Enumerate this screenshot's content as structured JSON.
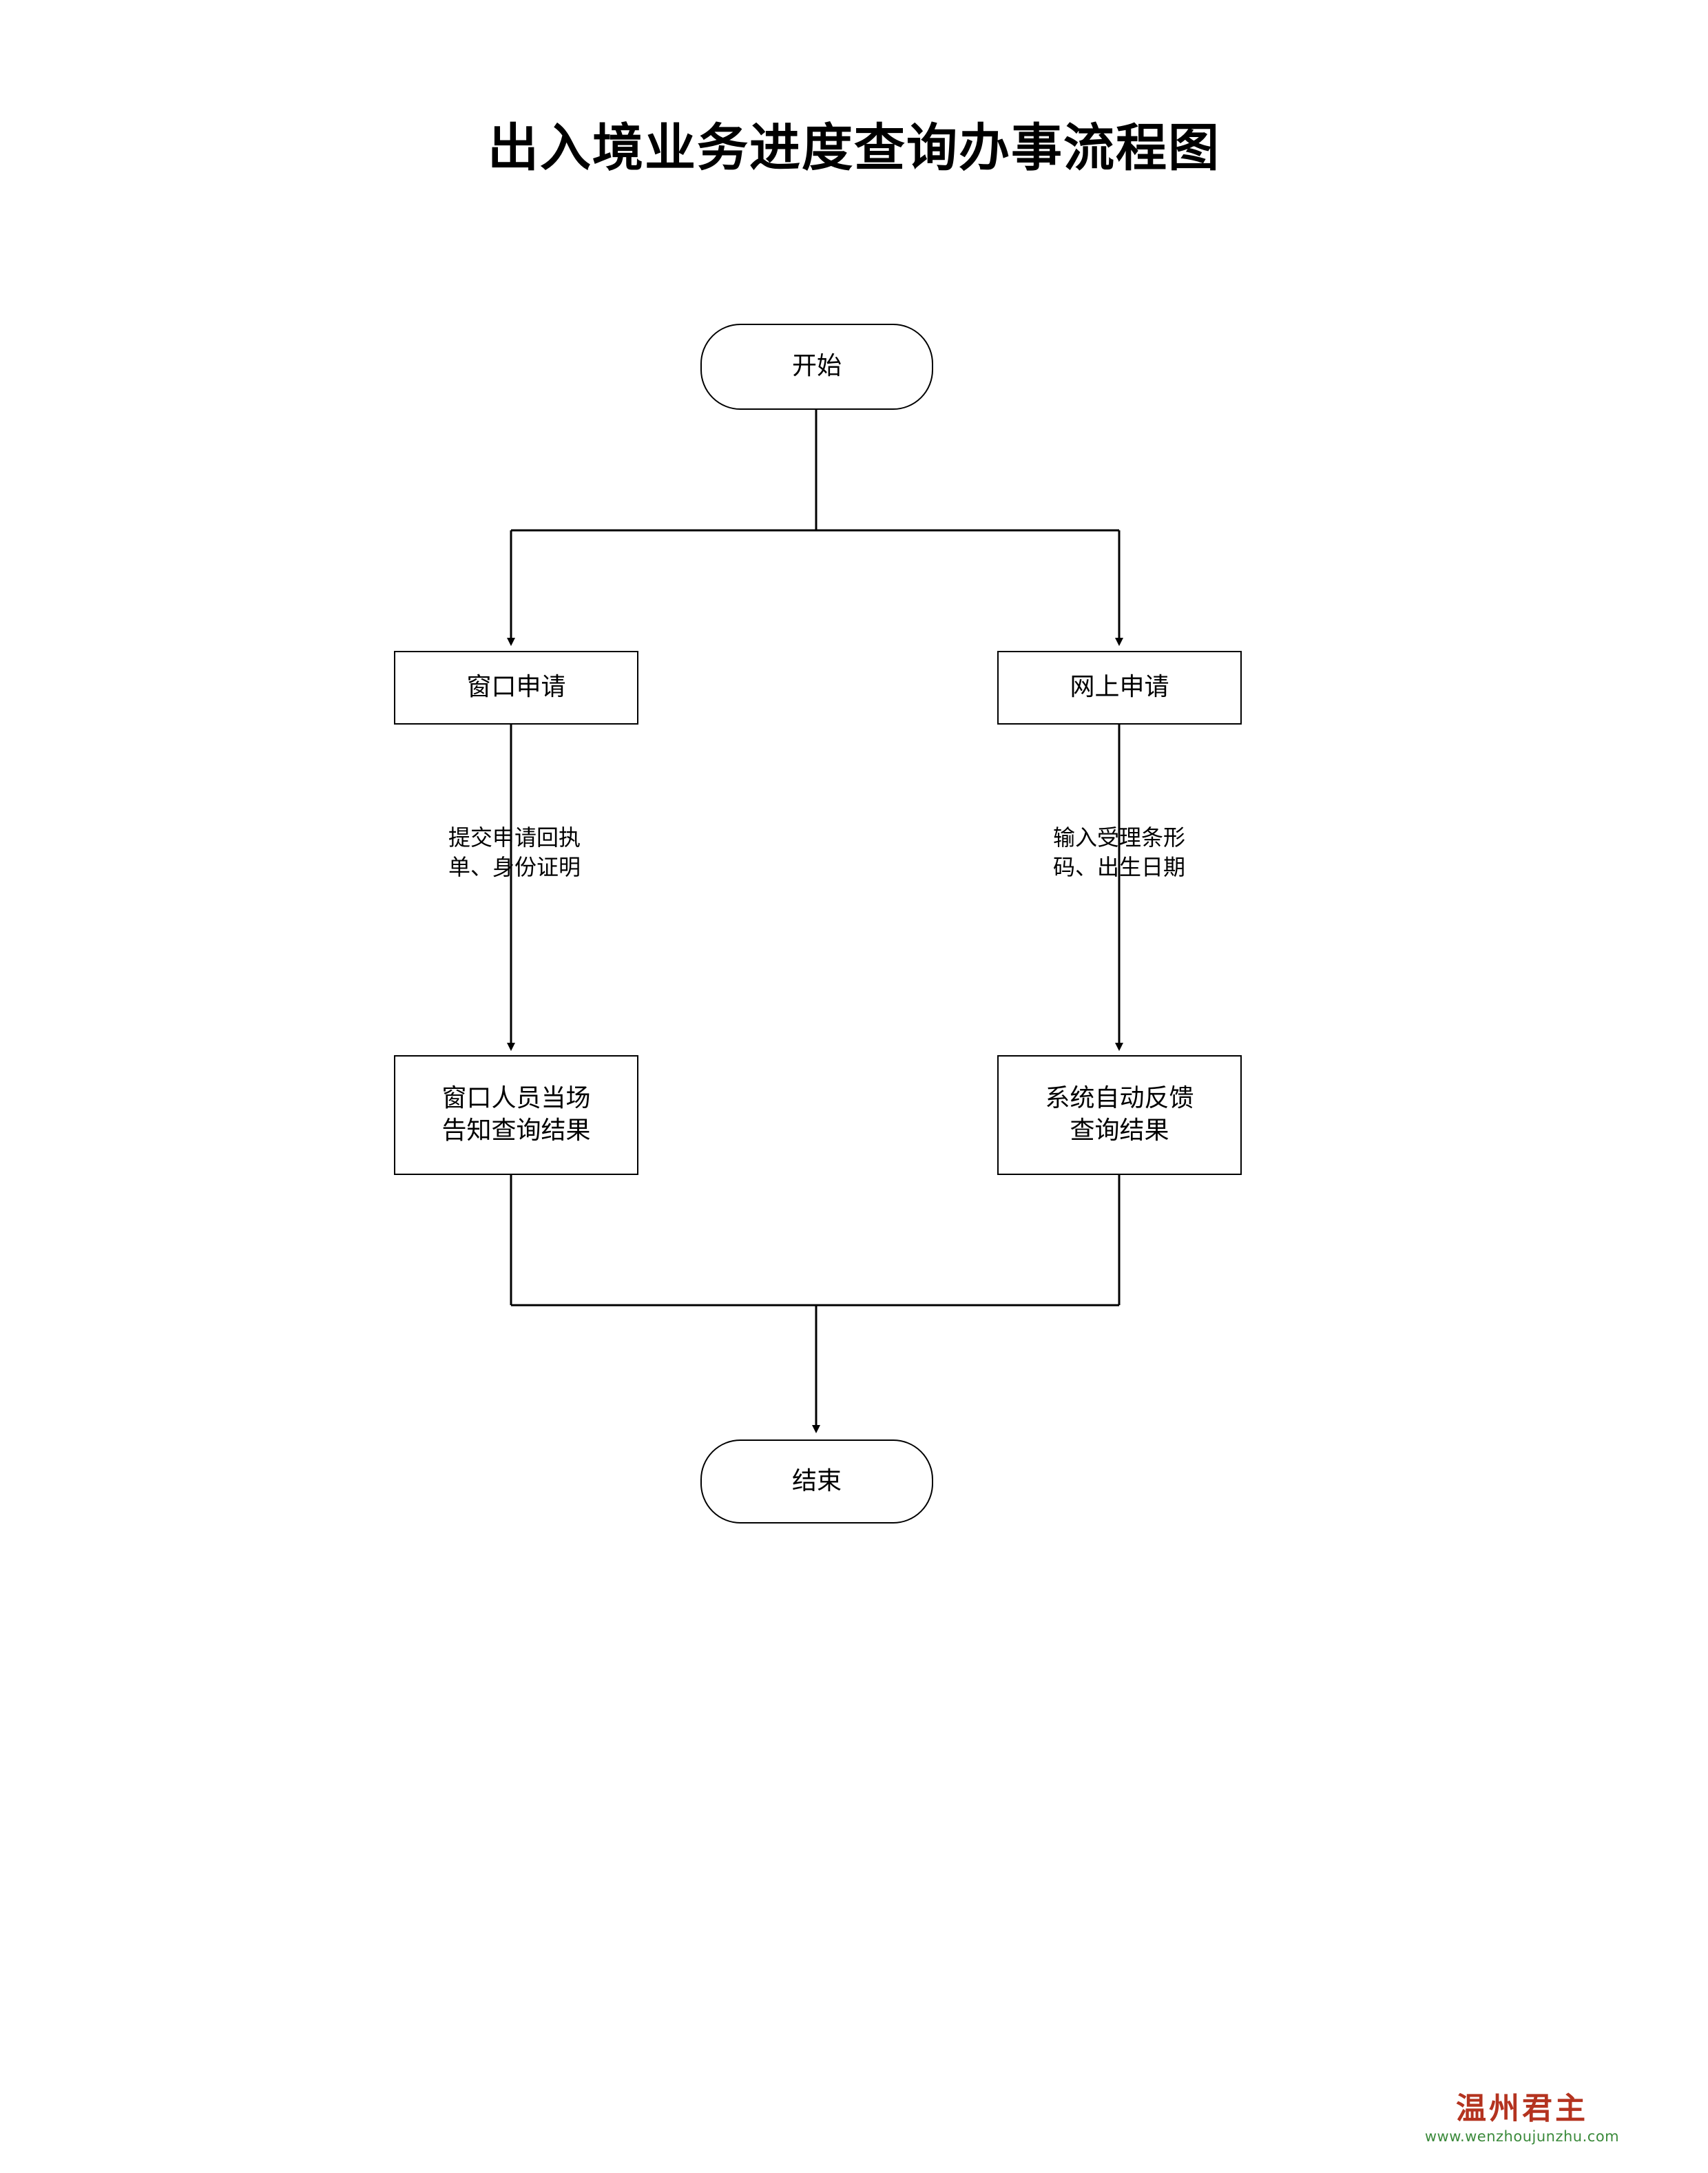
{
  "document": {
    "title": "出入境业务进度查询办事流程图"
  },
  "flowchart": {
    "type": "flowchart",
    "nodes": [
      {
        "id": "start",
        "label": "开始",
        "shape": "terminator"
      },
      {
        "id": "window-apply",
        "label": "窗口申请",
        "shape": "rectangle"
      },
      {
        "id": "online-apply",
        "label": "网上申请",
        "shape": "rectangle"
      },
      {
        "id": "window-result",
        "label": "窗口人员当场\n告知查询结果",
        "shape": "rectangle"
      },
      {
        "id": "system-result",
        "label": "系统自动反馈\n查询结果",
        "shape": "rectangle"
      },
      {
        "id": "end",
        "label": "结束",
        "shape": "terminator"
      }
    ],
    "edge_labels": [
      {
        "id": "window-docs",
        "text": "提交申请回执\n单、身份证明"
      },
      {
        "id": "online-input",
        "text": "输入受理条形\n码、出生日期"
      }
    ],
    "edges": [
      {
        "from": "start",
        "to": "window-apply"
      },
      {
        "from": "start",
        "to": "online-apply"
      },
      {
        "from": "window-apply",
        "to": "window-result",
        "label": "window-docs"
      },
      {
        "from": "online-apply",
        "to": "system-result",
        "label": "online-input"
      },
      {
        "from": "window-result",
        "to": "end"
      },
      {
        "from": "system-result",
        "to": "end"
      }
    ]
  },
  "watermark": {
    "name": "温州君主",
    "url": "www.wenzhoujunzhu.com"
  },
  "colors": {
    "line": "#000000",
    "text": "#000000",
    "watermark_name": "#b4331f",
    "watermark_url": "#3b8a3b",
    "background": "#ffffff"
  }
}
